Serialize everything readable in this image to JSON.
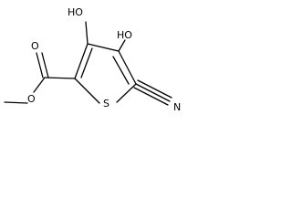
{
  "molecule": {
    "atoms": {
      "hydroxyl_left": "HO",
      "hydroxyl_right": "HO",
      "carbonyl_oxygen": "O",
      "ester_oxygen": "O",
      "ring_sulfur": "S",
      "nitrile_nitrogen": "N"
    }
  }
}
